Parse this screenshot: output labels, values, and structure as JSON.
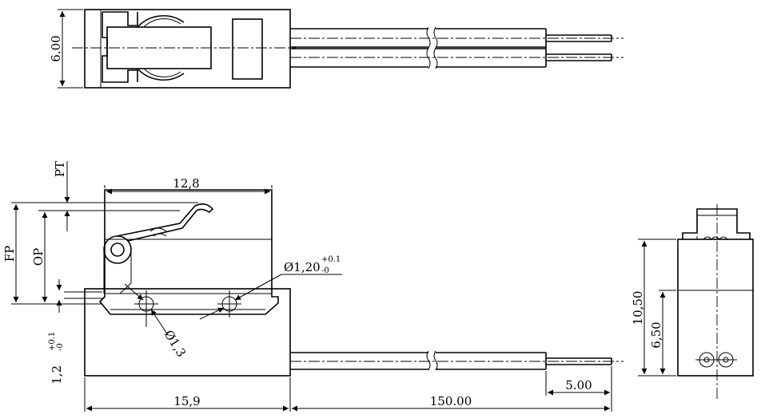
{
  "top_view": {
    "width_label": "6.00"
  },
  "front_view": {
    "pt_label": "PT",
    "fp_label": "FP",
    "op_label": "OP",
    "lever_length_label": "12,8",
    "hole_small_label": "Ø1,3",
    "hole_large_label": "Ø1,20",
    "hole_large_tol_plus": "+0.1",
    "hole_large_tol_minus": "-0",
    "pin_offset_label": "1,2",
    "pin_offset_tol_plus": "+0.1",
    "pin_offset_tol_minus": "-0",
    "body_length_label": "15,9",
    "cable_length_label": "150.00",
    "strip_length_label": "5.00"
  },
  "side_view": {
    "height_total_label": "10,50",
    "height_lower_label": "6,50"
  }
}
